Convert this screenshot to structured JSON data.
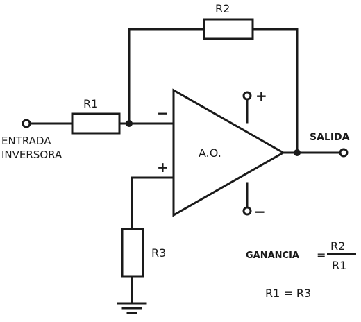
{
  "labels": {
    "r1": "R1",
    "r2": "R2",
    "r3": "R3",
    "opamp": "A.O.",
    "minus_input": "−",
    "plus_input": "+",
    "supply_plus": "+",
    "supply_minus": "−",
    "input_line1": "ENTRADA",
    "input_line2": "INVERSORA",
    "output": "SALIDA",
    "gain_label": "GANANCIA",
    "gain_equals": "=",
    "gain_numerator": "R2",
    "gain_denominator": "R1",
    "equation": "R1 = R3"
  },
  "colors": {
    "ink": "#1a1a1a",
    "paper": "#ffffff"
  }
}
